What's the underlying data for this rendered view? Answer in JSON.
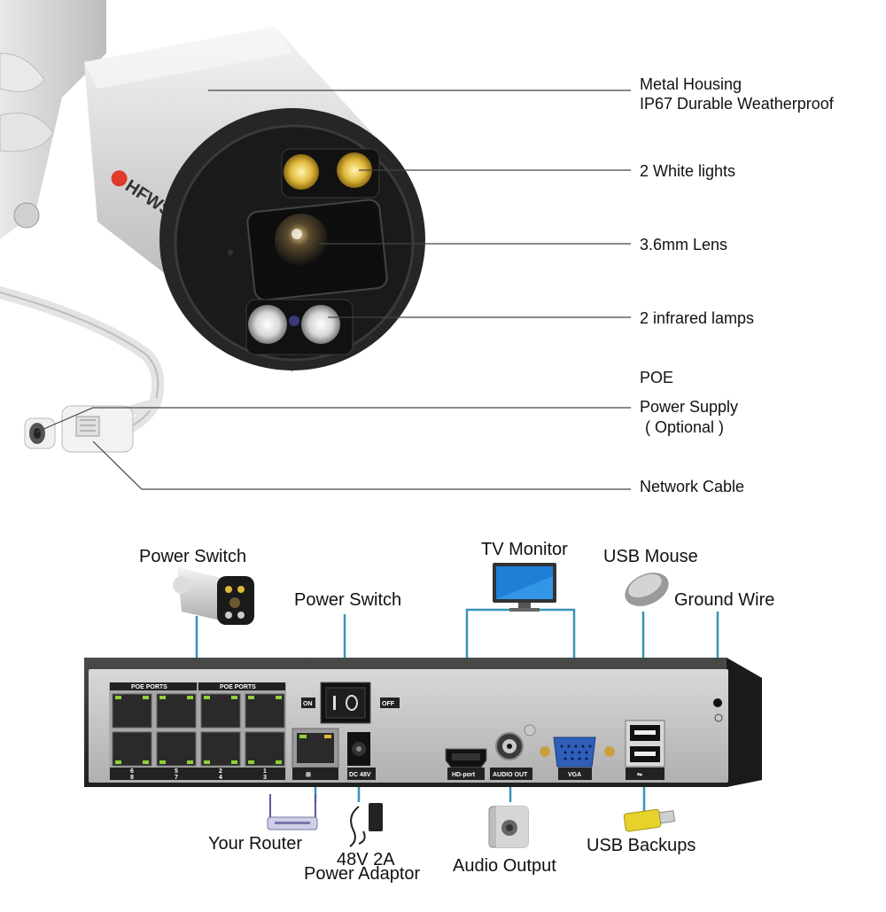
{
  "camera": {
    "brand": "HFWS",
    "callouts": {
      "housing_line1": "Metal Housing",
      "housing_line2": "IP67 Durable Weatherproof",
      "white_lights": "2 White lights",
      "lens": "3.6mm Lens",
      "infrared": "2 infrared lamps",
      "poe": "POE",
      "power_supply": "Power Supply",
      "optional": "( Optional )",
      "network_cable": "Network Cable"
    }
  },
  "nvr": {
    "poe_ports_left": "POE PORTS",
    "poe_ports_right": "POE PORTS",
    "port_numbers": [
      "6",
      "5",
      "2",
      "1",
      "8",
      "7",
      "4",
      "3"
    ],
    "switch_on": "ON",
    "switch_off": "OFF",
    "dc_label": "DC 48V",
    "hdmi_label": "HD-port",
    "audio_label": "AUDIO OUT",
    "vga_label": "VGA",
    "callouts": {
      "camera_power_switch": "Power Switch",
      "power_switch": "Power Switch",
      "tv_monitor": "TV Monitor",
      "usb_mouse": "USB Mouse",
      "ground_wire": "Ground Wire",
      "your_router": "Your Router",
      "adaptor_line1": "48V 2A",
      "adaptor_line2": "Power Adaptor",
      "audio_output": "Audio Output",
      "usb_backups": "USB Backups"
    }
  },
  "colors": {
    "callout_line": "#444444",
    "connector_line": "#3a93b8",
    "camera_silver": "#c9c9c9",
    "camera_face": "#1e1e1e",
    "nvr_body": "#2b2b2b",
    "nvr_panel": "#c4c4c4"
  }
}
